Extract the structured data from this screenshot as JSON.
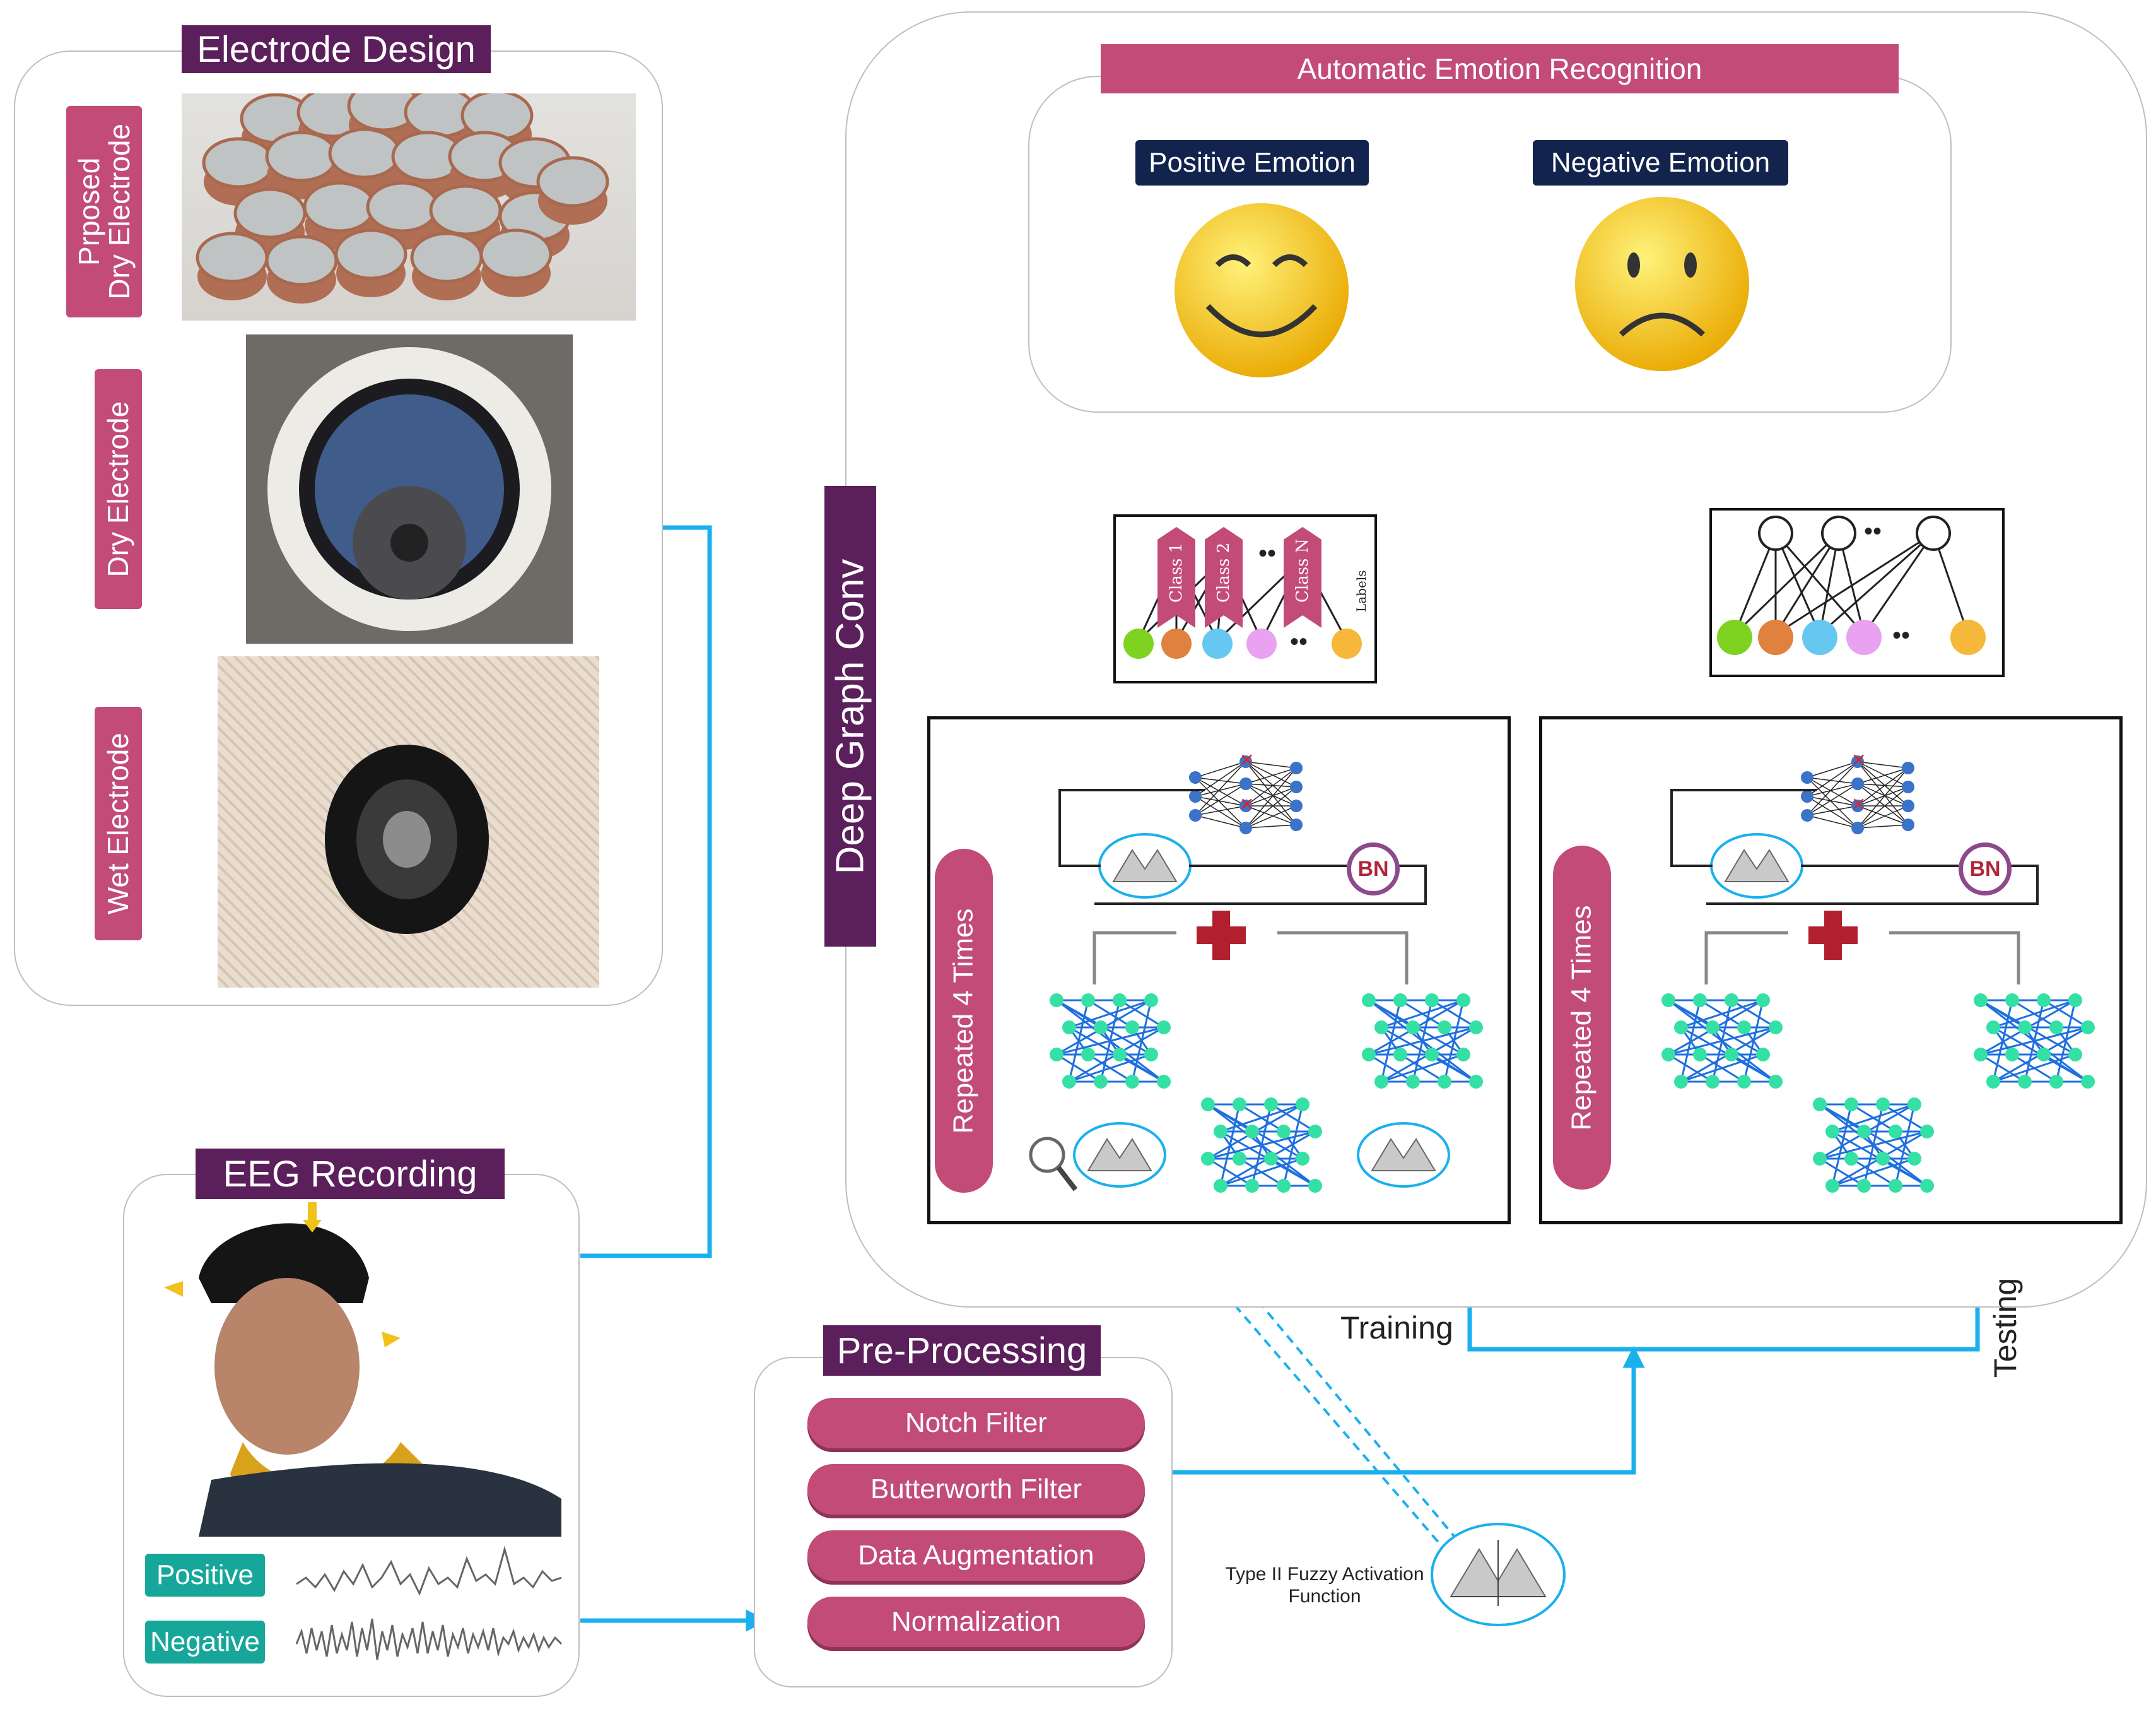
{
  "electrode_design": {
    "title": "Electrode Design",
    "labels": [
      "Prposed\nDry Electrode",
      "Dry Electrode",
      "Wet Electrode"
    ]
  },
  "eeg_recording": {
    "title": "EEG Recording",
    "positive": "Positive",
    "negative": "Negative"
  },
  "preprocessing": {
    "title": "Pre-Processing",
    "steps": [
      "Notch Filter",
      "Butterworth Filter",
      "Data Augmentation",
      "Normalization"
    ]
  },
  "deep_graph_conv": {
    "title": "Deep Graph Conv",
    "repeated_label": "Repeated 4 Times",
    "bn_label": "BN",
    "training": "Training",
    "testing": "Testing",
    "classes": [
      "Class 1",
      "Class 2",
      "Class N"
    ],
    "labels_text": "Labels",
    "ellipsis": "••"
  },
  "emotion_recognition": {
    "title": "Automatic Emotion Recognition",
    "positive": "Positive Emotion",
    "negative": "Negative Emotion"
  },
  "fuzzy_caption": "Type II Fuzzy Activation\nFunction",
  "colors": {
    "purple": "#5b1f5b",
    "pink": "#c24c77",
    "teal": "#17a79a",
    "navy": "#12244d",
    "arrow_blue": "#1ab0ee",
    "node_colors": [
      "#7ed321",
      "#e0813f",
      "#66c8f0",
      "#e9a1f2",
      "#f5b83a"
    ]
  }
}
